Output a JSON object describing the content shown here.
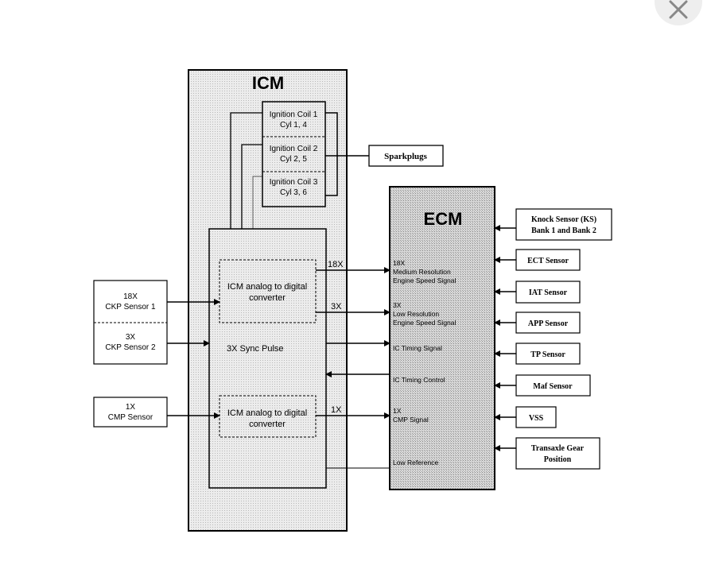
{
  "icm": {
    "title": "ICM"
  },
  "ecm": {
    "title": "ECM"
  },
  "coils": [
    {
      "line1": "Ignition Coil 1",
      "line2": "Cyl 1, 4"
    },
    {
      "line1": "Ignition Coil 2",
      "line2": "Cyl 2, 5"
    },
    {
      "line1": "Ignition Coil 3",
      "line2": "Cyl 3, 6"
    }
  ],
  "sparkplugs": "Sparkplugs",
  "converter_top": {
    "line1": "ICM analog to digital",
    "line2": "converter"
  },
  "converter_bottom": {
    "line1": "ICM analog to digital",
    "line2": "converter"
  },
  "sync_pulse": "3X Sync Pulse",
  "left_inputs": {
    "ckp1": {
      "line1": "18X",
      "line2": "CKP Sensor 1"
    },
    "ckp2": {
      "line1": "3X",
      "line2": "CKP Sensor 2"
    },
    "cmp": {
      "line1": "1X",
      "line2": "CMP Sensor"
    }
  },
  "wire_labels": {
    "w18x": "18X",
    "w3x": "3X",
    "w1x": "1X"
  },
  "ecm_signals": {
    "s18x": {
      "line1": "18X",
      "line2": "Medium Resolution",
      "line3": "Engine Speed Signal"
    },
    "s3x": {
      "line1": "3X",
      "line2": "Low Resolution",
      "line3": "Engine Speed Signal"
    },
    "ic_timing_signal": "IC Timing Signal",
    "ic_timing_control": "IC Timing Control",
    "cmp_signal": {
      "line1": "1X",
      "line2": "CMP Signal"
    },
    "low_reference": "Low Reference"
  },
  "right_sensors": {
    "knock": {
      "line1": "Knock Sensor (KS)",
      "line2": "Bank 1 and Bank 2"
    },
    "ect": "ECT Sensor",
    "iat": "IAT Sensor",
    "app": "APP Sensor",
    "tp": "TP Sensor",
    "maf": "Maf Sensor",
    "vss": "VSS",
    "transaxle": {
      "line1": "Transaxle Gear",
      "line2": "Position"
    }
  },
  "icons": {
    "close": "close-icon"
  }
}
